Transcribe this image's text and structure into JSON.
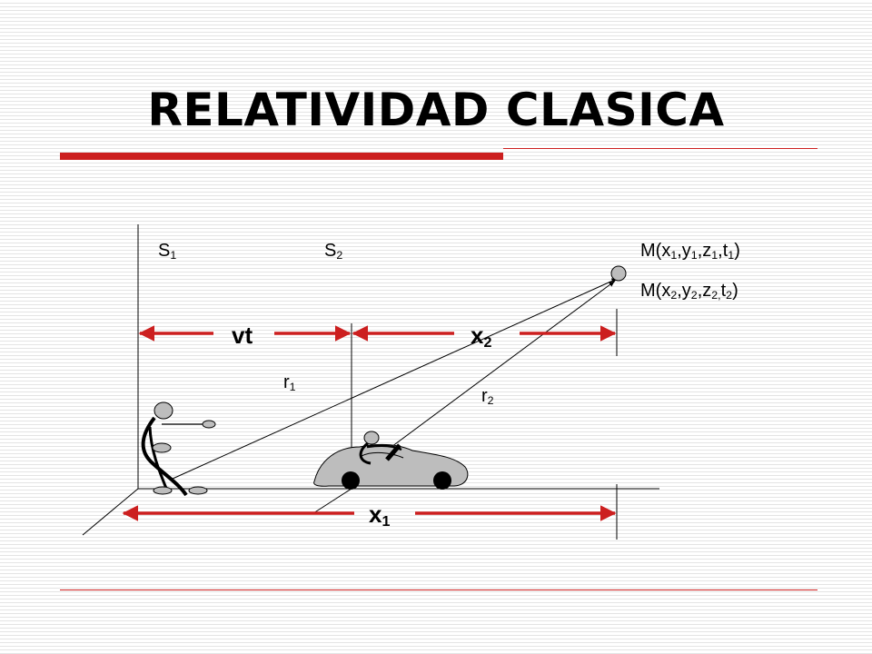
{
  "slide": {
    "title": "RELATIVIDAD CLASICA"
  },
  "labels": {
    "s1": {
      "base": "S",
      "sub": "1"
    },
    "s2": {
      "base": "S",
      "sub": "2"
    },
    "vt": "vt",
    "x2": {
      "base": "x",
      "sub": "2"
    },
    "x1": {
      "base": "x",
      "sub": "1"
    },
    "r1": {
      "base": "r",
      "sub": "1"
    },
    "r2": {
      "base": "r",
      "sub": "2"
    },
    "m1": {
      "p0": "M(x",
      "s0": "1",
      "p1": ",y",
      "s1": "1",
      "p2": ",z",
      "s2": "1",
      "p3": ",t",
      "s3": "1",
      "p4": ")"
    },
    "m2": {
      "p0": "M(x",
      "s0": "2",
      "p1": ",y",
      "s1": "2",
      "p2": ",z",
      "s2": "2,",
      "p3": "t",
      "s3": "2",
      "p4": ")"
    }
  },
  "colors": {
    "accent": "#cc1f1f",
    "figure_fill": "#bdbdbd"
  }
}
